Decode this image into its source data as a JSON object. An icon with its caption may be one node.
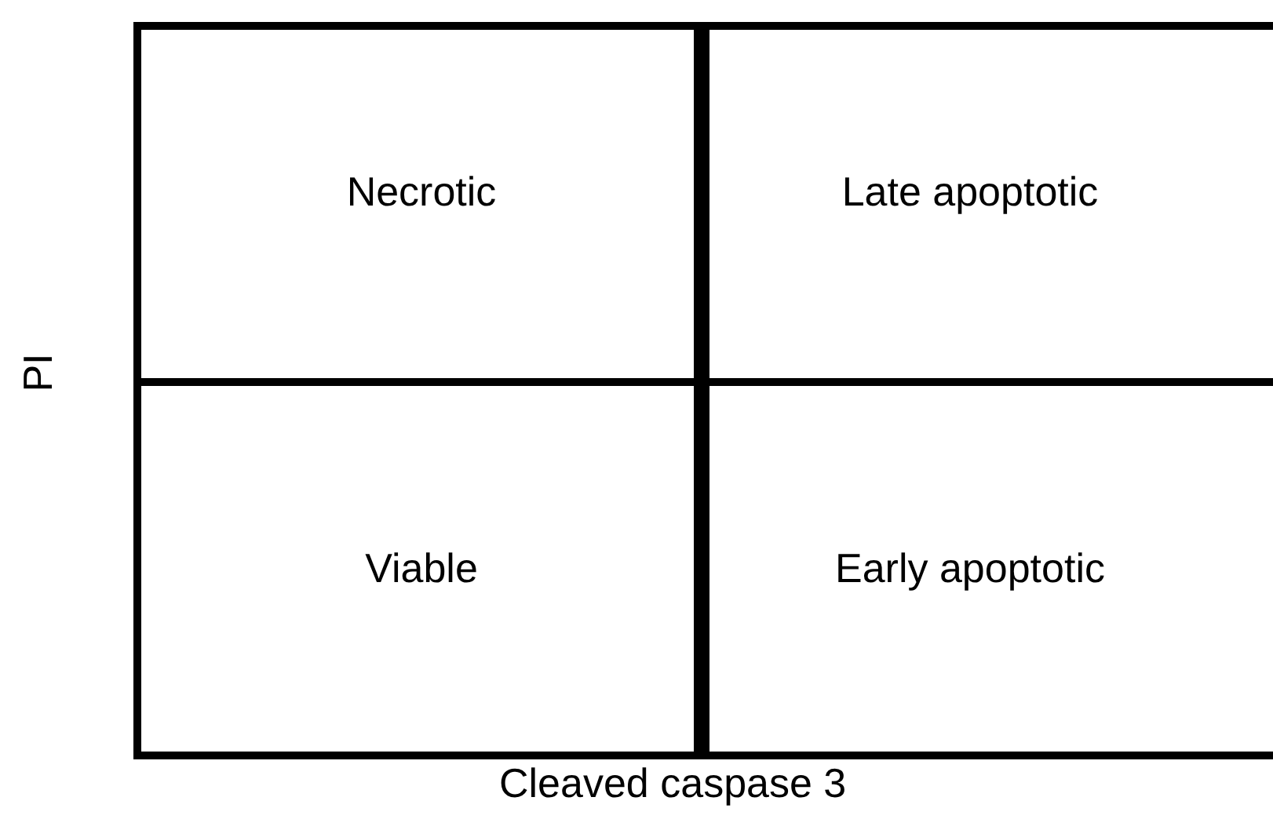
{
  "diagram": {
    "nodes": [
      {
        "text": [
          "Necrotic"
        ]
      },
      {
        "text": [
          "Late apoptotic"
        ]
      },
      {
        "text": [
          "Viable"
        ]
      },
      {
        "text": [
          "Early apoptotic"
        ]
      }
    ],
    "labels": [
      "PI",
      "Cleaved caspase 3"
    ]
  }
}
